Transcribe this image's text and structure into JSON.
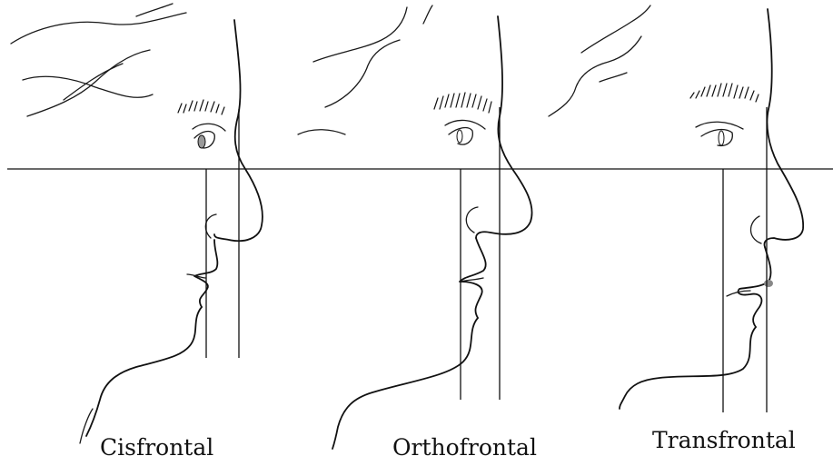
{
  "captions": {
    "cisfrontal": "Cisfrontal",
    "orthofrontal": "Orthofrontal",
    "transfrontal": "Transfrontal"
  },
  "colors": {
    "ink": "#111111",
    "lip_shade": "#888888",
    "iris_shade": "#999999",
    "background": "#ffffff"
  }
}
